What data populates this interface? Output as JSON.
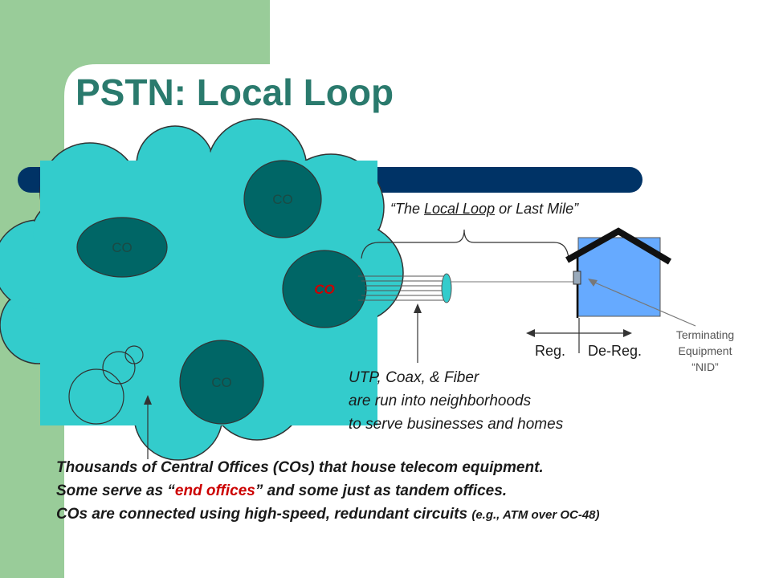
{
  "slide": {
    "title": "PSTN: Local Loop"
  },
  "colors": {
    "accent_green": "#99cc99",
    "title_teal": "#2a7a6d",
    "cloud": "#33cccc",
    "co_dark": "#006666",
    "band_navy": "#003366",
    "house_blue": "#66aaff",
    "highlight_red": "#cc0000"
  },
  "network": {
    "co_labels": [
      "CO",
      "CO",
      "CO",
      "CO"
    ]
  },
  "local_loop": {
    "caption_open": "“The ",
    "caption_term": "Local Loop",
    "caption_close": " or Last Mile”"
  },
  "cabling": {
    "lines": [
      "UTP, Coax, & Fiber",
      "are run into neighborhoods",
      "to serve businesses and homes"
    ]
  },
  "regulation": {
    "left": "Reg.",
    "right": "De-Reg."
  },
  "nid": {
    "lines": [
      "Terminating",
      "Equipment",
      "“NID”"
    ]
  },
  "central_offices_note": {
    "line1": "Thousands of Central Offices (COs) that house telecom equipment.",
    "line2_pre": "Some serve as “",
    "line2_em": "end offices",
    "line2_post": "” and some just as tandem offices.",
    "line3_main": "COs are connected using high-speed, redundant circuits ",
    "line3_small": "(e.g., ATM over OC-48)"
  }
}
